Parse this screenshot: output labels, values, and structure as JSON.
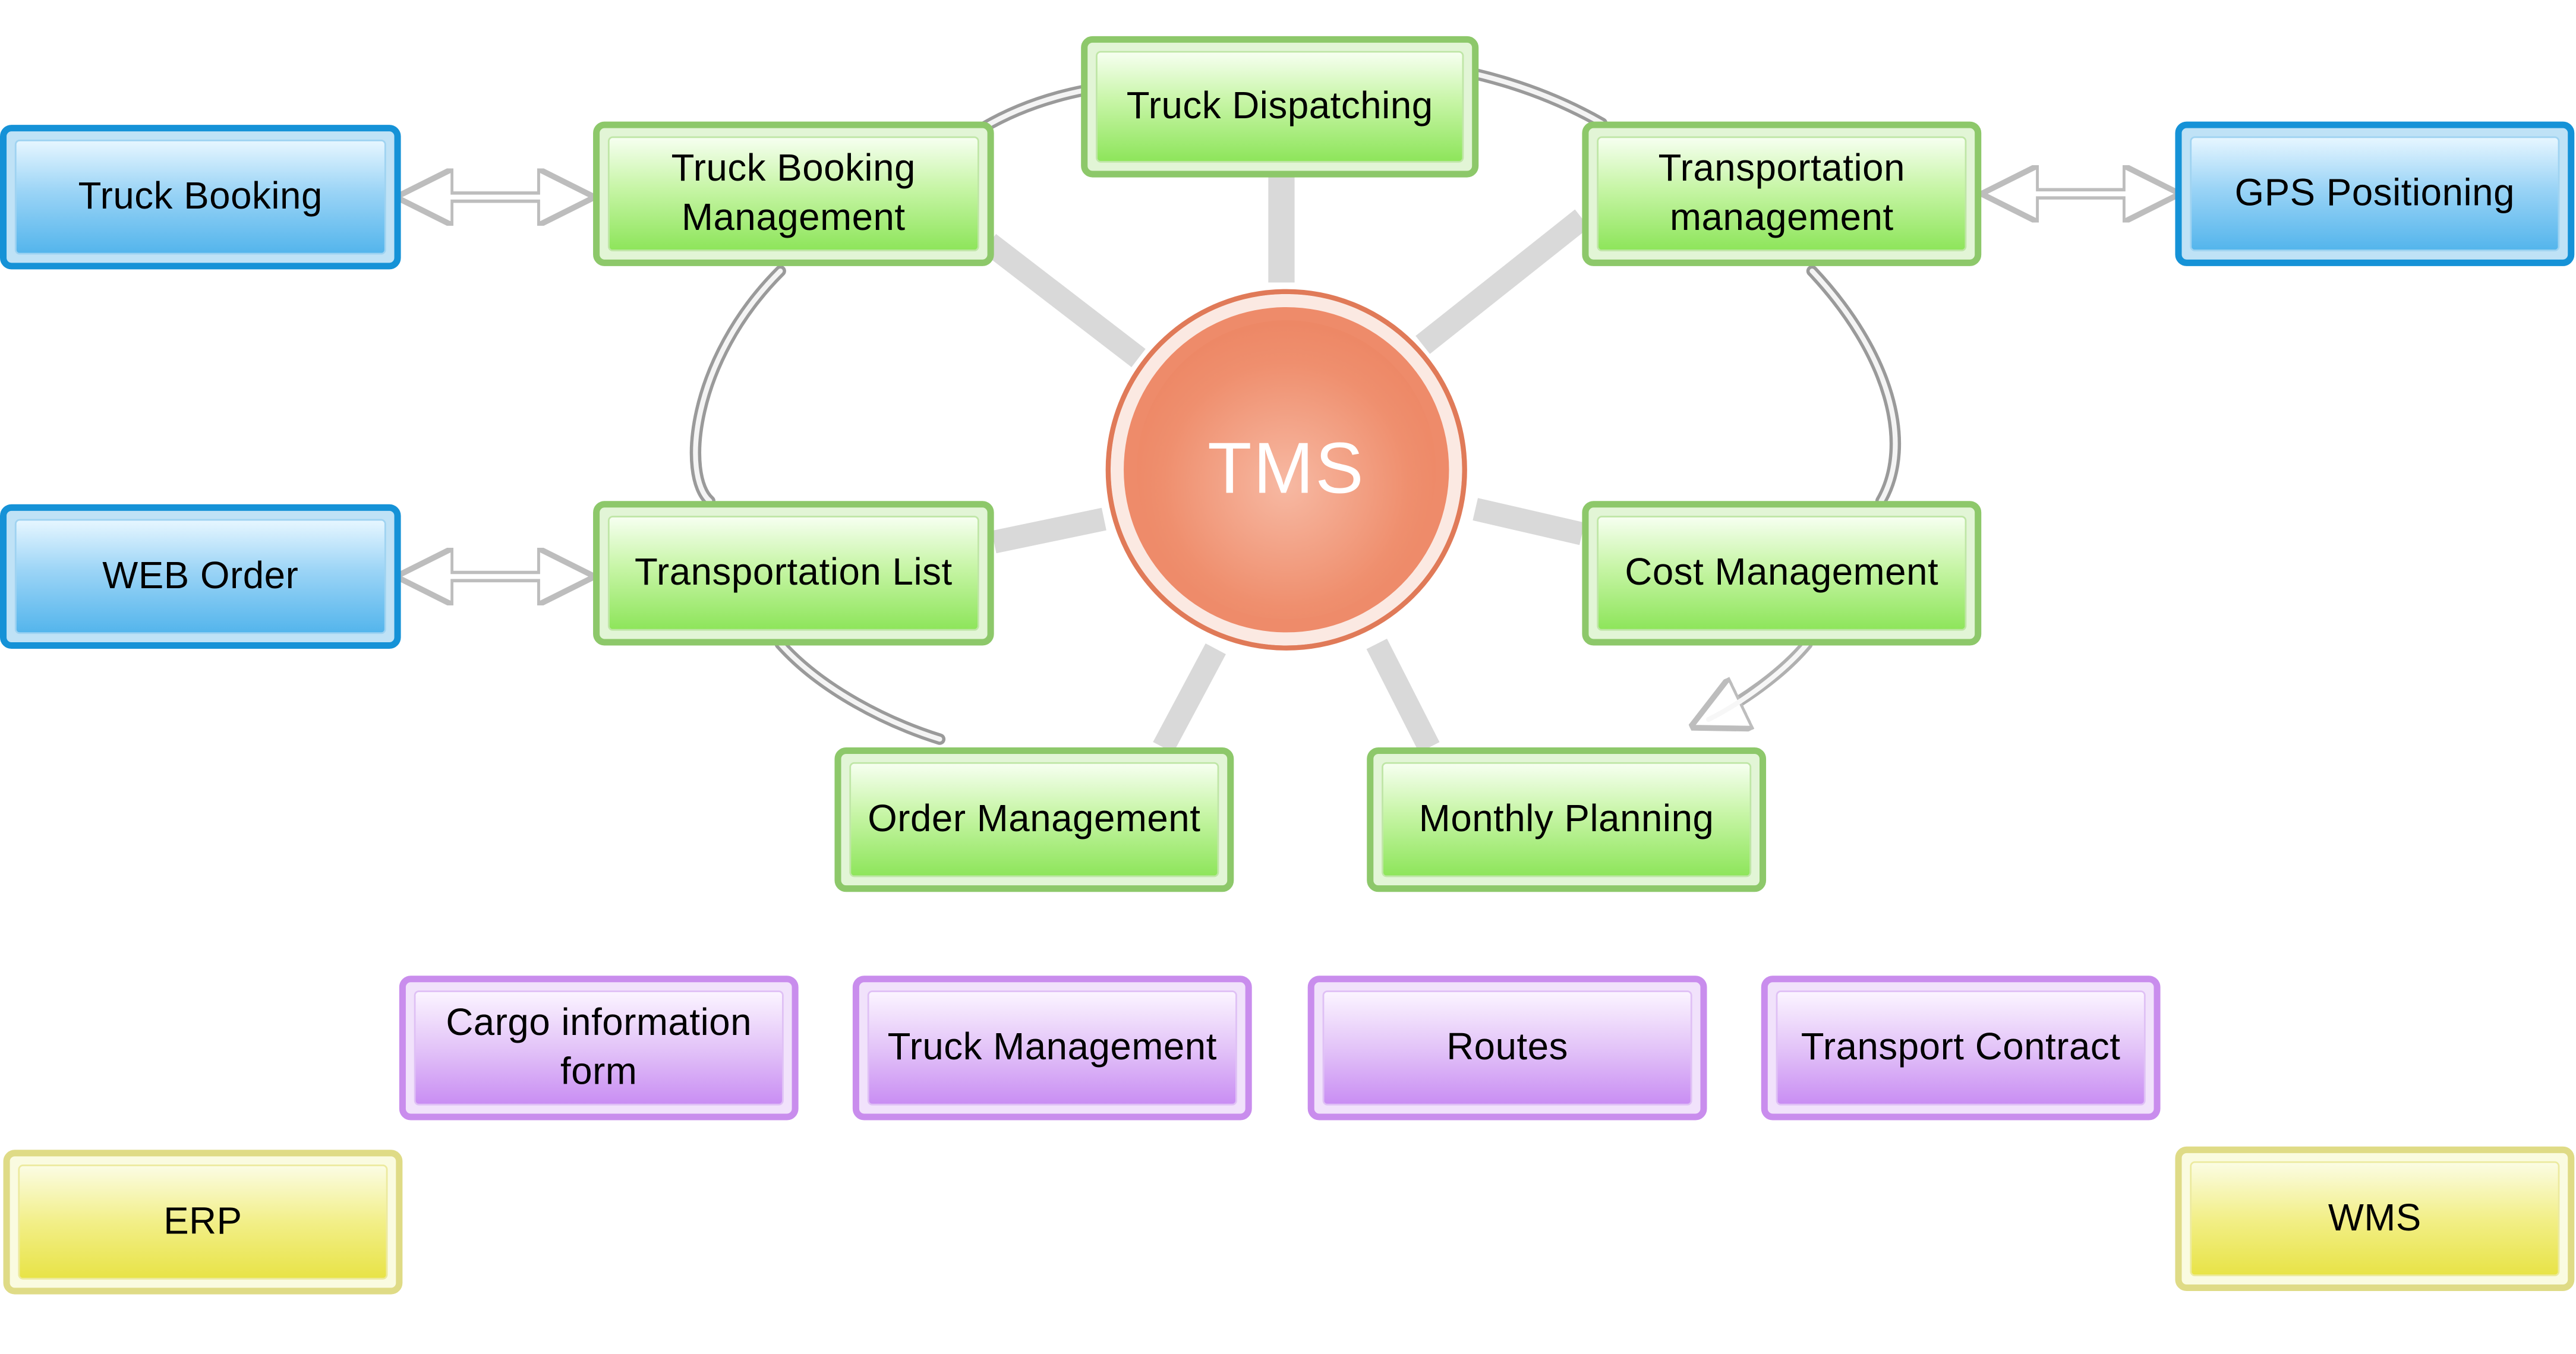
{
  "hub": {
    "label": "TMS",
    "color": "#ee8b6a"
  },
  "modules": [
    {
      "id": "truck-dispatching",
      "label": "Truck Dispatching"
    },
    {
      "id": "truck-booking-management",
      "label": "Truck Booking\nManagement"
    },
    {
      "id": "transportation-management",
      "label": "Transportation\nmanagement"
    },
    {
      "id": "transportation-list",
      "label": "Transportation List"
    },
    {
      "id": "cost-management",
      "label": "Cost Management"
    },
    {
      "id": "order-management",
      "label": "Order Management"
    },
    {
      "id": "monthly-planning",
      "label": "Monthly Planning"
    }
  ],
  "external_systems": [
    {
      "id": "truck-booking",
      "label": "Truck Booking"
    },
    {
      "id": "web-order",
      "label": "WEB Order"
    },
    {
      "id": "gps-positioning",
      "label": "GPS Positioning"
    }
  ],
  "base_data": [
    {
      "id": "cargo-information-form",
      "label": "Cargo information\nform"
    },
    {
      "id": "truck-management",
      "label": "Truck Management"
    },
    {
      "id": "routes",
      "label": "Routes"
    },
    {
      "id": "transport-contract",
      "label": "Transport Contract"
    }
  ],
  "integrations": [
    {
      "id": "erp",
      "label": "ERP"
    },
    {
      "id": "wms",
      "label": "WMS"
    }
  ],
  "colors": {
    "module": "#8dc86a",
    "external": "#1592d7",
    "base_data": "#c98ded",
    "integration": "#dfdb86",
    "connector": "#c9c9c9"
  }
}
